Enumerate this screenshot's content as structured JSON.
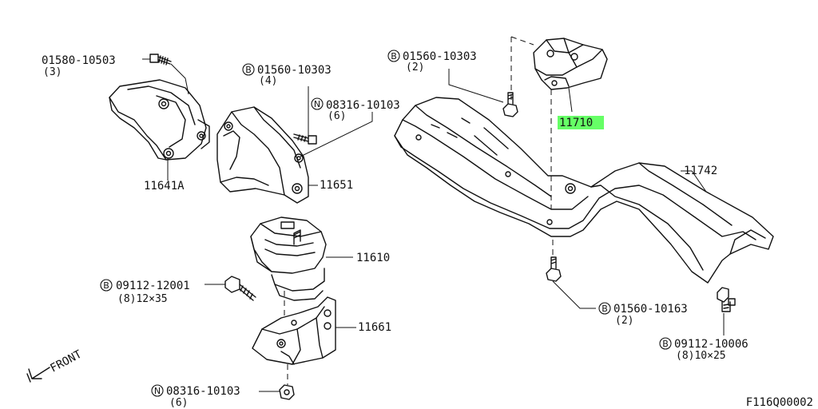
{
  "diagram_code": "F116Q00002",
  "front_label": "FRONT",
  "highlight_color": "#66ff66",
  "parts": {
    "p11710": {
      "number": "11710",
      "highlighted": true
    },
    "p11742": {
      "number": "11742"
    },
    "p11641a": {
      "number": "11641A"
    },
    "p11651": {
      "number": "11651"
    },
    "p11610": {
      "number": "11610"
    },
    "p11661": {
      "number": "11661"
    }
  },
  "fasteners": {
    "f01580_10503": {
      "prefix": "",
      "number": "01580-10503",
      "qty": "(3)"
    },
    "f01560_10303_a": {
      "prefix": "B",
      "number": "01560-10303",
      "qty": "(4)"
    },
    "f08316_10103_a": {
      "prefix": "N",
      "number": "08316-10103",
      "qty": "(6)"
    },
    "f01560_10303_b": {
      "prefix": "B",
      "number": "01560-10303",
      "qty": "(2)"
    },
    "f09112_12001": {
      "prefix": "B",
      "number": "09112-12001",
      "qty": "(8)12×35"
    },
    "f01560_10163": {
      "prefix": "B",
      "number": "01560-10163",
      "qty": "(2)"
    },
    "f09112_10006": {
      "prefix": "B",
      "number": "09112-10006",
      "qty": "(8)10×25"
    },
    "f08316_10103_b": {
      "prefix": "N",
      "number": "08316-10103",
      "qty": "(6)"
    }
  }
}
